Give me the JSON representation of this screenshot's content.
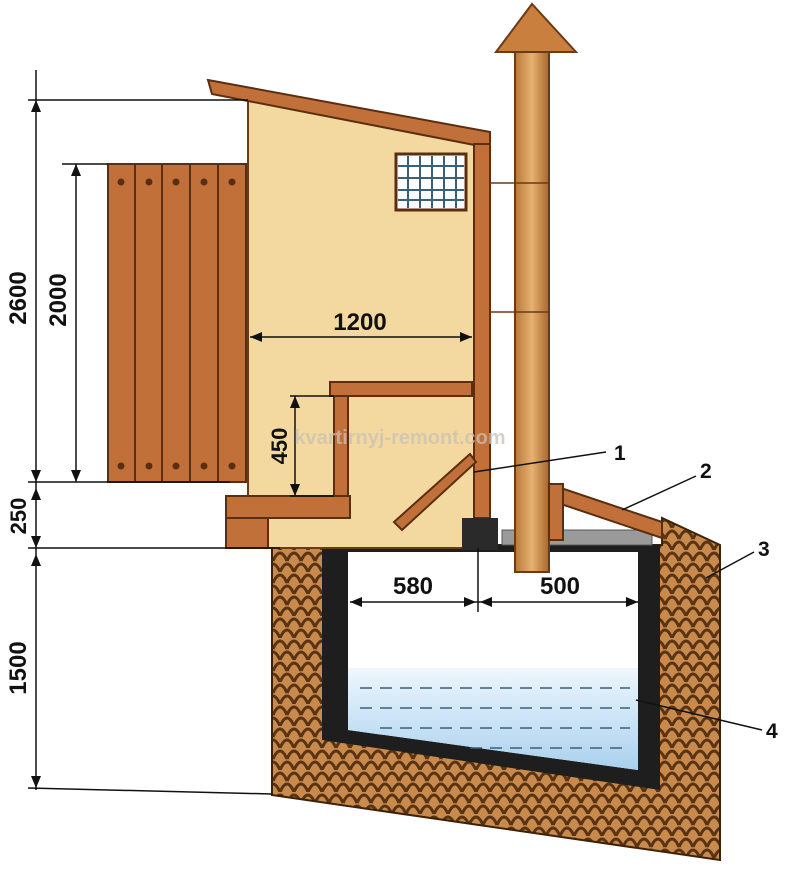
{
  "dimensions": {
    "total_height": "2600",
    "door_height": "2000",
    "base_height": "250",
    "pit_depth": "1500",
    "cabin_width": "1200",
    "seat_height": "450",
    "pit_width_left": "580",
    "pit_width_right": "500"
  },
  "callouts": {
    "c1": "1",
    "c2": "2",
    "c3": "3",
    "c4": "4"
  },
  "watermark": "kvartirnyj-remont.com",
  "colors": {
    "cabin_wall": "#f3d9a0",
    "wood": "#c2703a",
    "wood_dark": "#6b3a16",
    "pipe": "#d8a15e",
    "pit_lining": "#1e1e1e",
    "soil": "#8a5a2e",
    "liquid": "#cfe6f5",
    "insulation": "#9a9a9a"
  }
}
